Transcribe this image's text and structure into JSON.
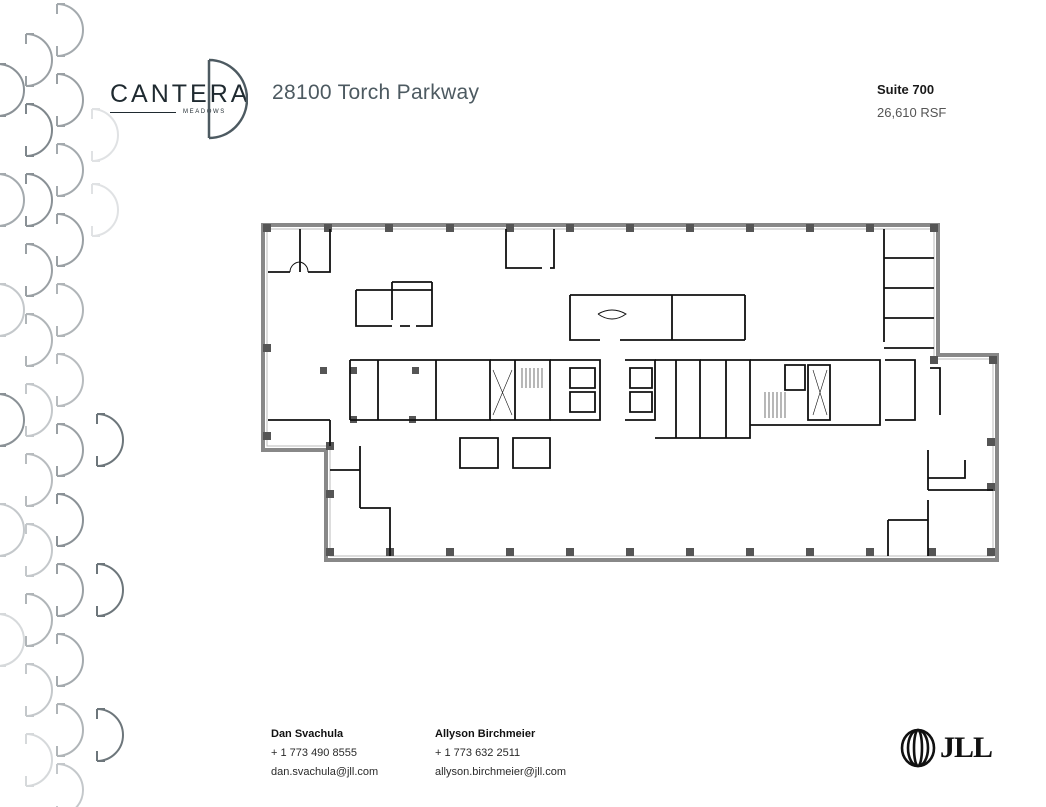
{
  "brand": {
    "name": "CANTERA",
    "subname": "MEADOWS",
    "color": "#4d5a61"
  },
  "header": {
    "address": "28100 Torch Parkway",
    "suite": "Suite 700",
    "area": "26,610 RSF"
  },
  "floorplan": {
    "description": "Suite 700 floor plan",
    "wall_color": "#111111",
    "column_color": "#555555"
  },
  "contacts": [
    {
      "name": "Dan Svachula",
      "phone": "+ 1 773 490 8555",
      "email": "dan.svachula@jll.com"
    },
    {
      "name": "Allyson Birchmeier",
      "phone": "+ 1 773 632 2511",
      "email": "allyson.birchmeier@jll.com"
    }
  ],
  "footer": {
    "logo_text": "JLL"
  }
}
